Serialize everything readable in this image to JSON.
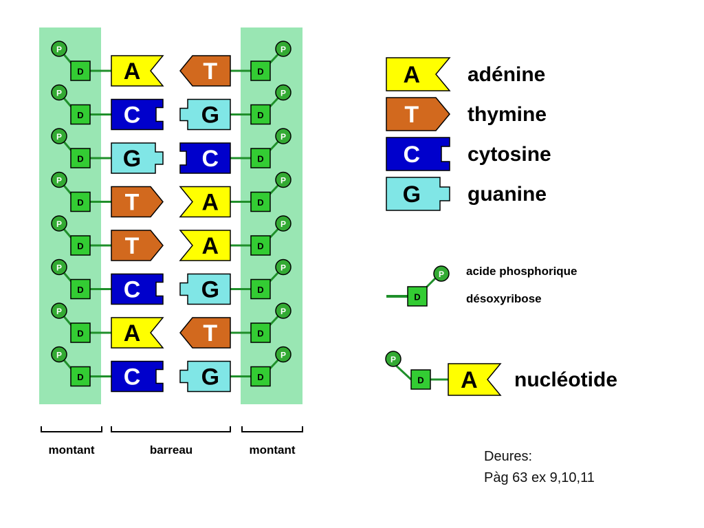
{
  "colors": {
    "strand_bg": "#99e6b3",
    "sugar": "#33cc33",
    "phosphate": "#33aa33",
    "bond": "#1f8f2a",
    "adenine": "#ffff00",
    "thymine": "#d2691e",
    "cytosine": "#0000cc",
    "guanine": "#80e6e6"
  },
  "symbols": {
    "phosphate": "P",
    "sugar": "D"
  },
  "base_pairs": [
    {
      "left": "A",
      "right": "T"
    },
    {
      "left": "C",
      "right": "G"
    },
    {
      "left": "G",
      "right": "C"
    },
    {
      "left": "T",
      "right": "A"
    },
    {
      "left": "T",
      "right": "A"
    },
    {
      "left": "C",
      "right": "G"
    },
    {
      "left": "A",
      "right": "T"
    },
    {
      "left": "C",
      "right": "G"
    }
  ],
  "labels": {
    "left": "montant",
    "middle": "barreau",
    "right": "montant"
  },
  "legend": [
    {
      "base": "A",
      "name": "adénine"
    },
    {
      "base": "T",
      "name": "thymine"
    },
    {
      "base": "C",
      "name": "cytosine"
    },
    {
      "base": "G",
      "name": "guanine"
    }
  ],
  "phosphate_sugar": {
    "phosphate_label": "acide phosphorique",
    "sugar_label": "désoxyribose"
  },
  "nucleotide": {
    "base": "A",
    "label": "nucléotide"
  },
  "homework": {
    "title": "Deures:",
    "line": "Pàg 63 ex 9,10,11"
  }
}
